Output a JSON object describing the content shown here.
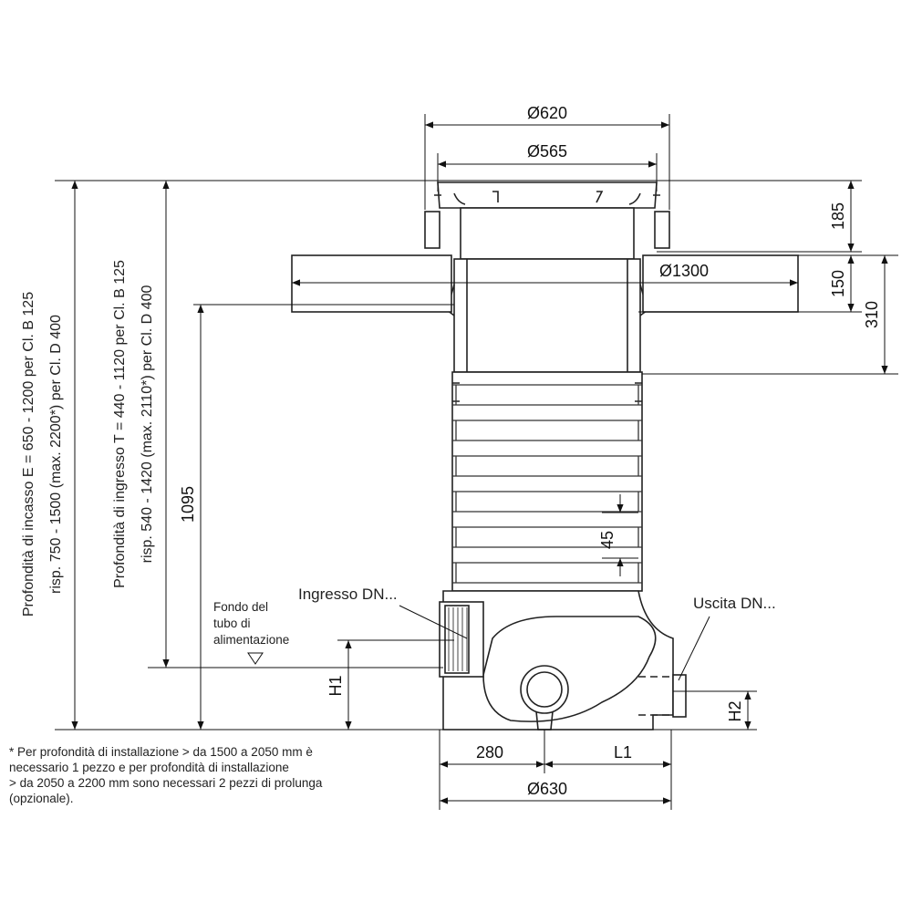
{
  "dimensions": {
    "d620": "Ø620",
    "d565": "Ø565",
    "d1300": "Ø1300",
    "d630": "Ø630",
    "h185": "185",
    "h150": "150",
    "h310": "310",
    "h1095": "1095",
    "h45": "45",
    "w280": "280",
    "l1": "L1",
    "h1": "H1",
    "h2": "H2"
  },
  "labels": {
    "inlet": "Ingresso DN...",
    "outlet": "Uscita DN...",
    "feed_pipe_bottom": [
      "Fondo del",
      "tubo di",
      "alimentazione"
    ],
    "depth_E": [
      "Profondità di incasso E = 650 - 1200 per Cl. B 125",
      "risp. 750 - 1500 (max. 2200*) per Cl. D 400"
    ],
    "depth_T": [
      "Profondità di ingresso T = 440 - 1120 per Cl. B 125",
      "risp. 540 - 1420 (max. 2110*) per Cl. D 400"
    ]
  },
  "footnote": [
    "* Per profondità di installazione > da 1500 a 2050 mm è",
    "  necessario 1 pezzo e per profondità di installazione",
    "  > da 2050 a 2200 mm sono necessari 2 pezzi di prolunga",
    "  (opzionale)."
  ]
}
